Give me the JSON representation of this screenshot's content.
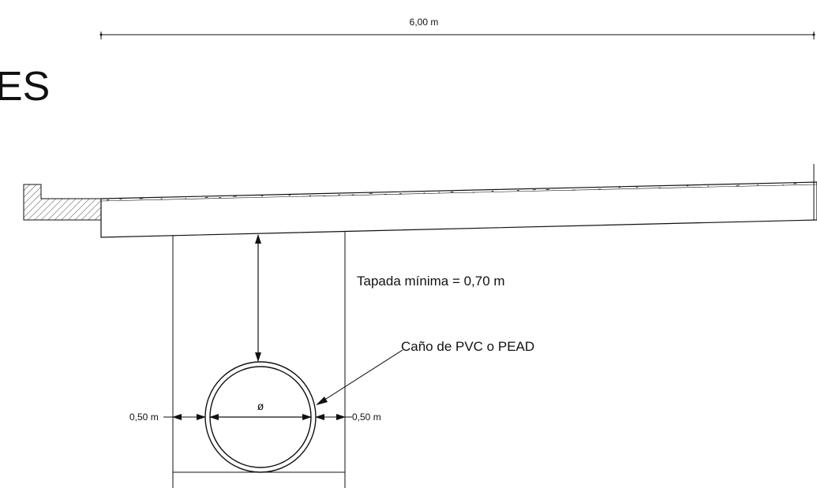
{
  "title_fragment": "ES",
  "dimensions": {
    "overall_width": "6,00 m",
    "left_clearance": "0,50 m",
    "right_clearance": "0,50 m",
    "diameter_symbol": "ø"
  },
  "annotations": {
    "min_cover": "Tapada mínima = 0,70 m",
    "pipe_label": "Caño de PVC o PEAD"
  },
  "colors": {
    "line": "#111111",
    "background": "#ffffff"
  }
}
